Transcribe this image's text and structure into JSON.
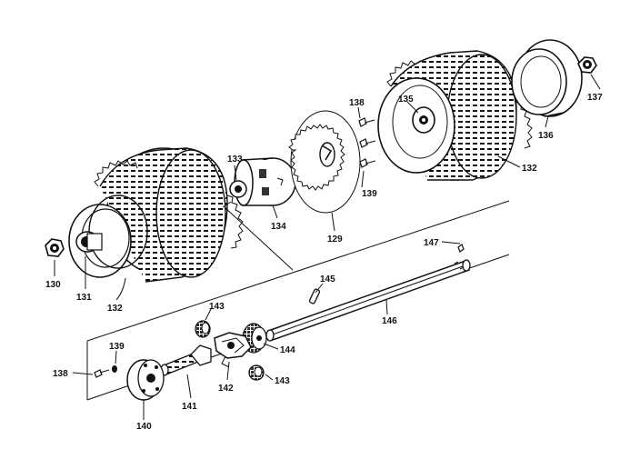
{
  "callouts": {
    "c129": "129",
    "c130": "130",
    "c131": "131",
    "c132a": "132",
    "c132b": "132",
    "c133": "133",
    "c134": "134",
    "c135": "135",
    "c136": "136",
    "c137": "137",
    "c138a": "138",
    "c138b": "138",
    "c139a": "139",
    "c139b": "139",
    "c140": "140",
    "c141": "141",
    "c142": "142",
    "c143a": "143",
    "c143b": "143",
    "c144": "144",
    "c145": "145",
    "c146": "146",
    "c147": "147"
  }
}
